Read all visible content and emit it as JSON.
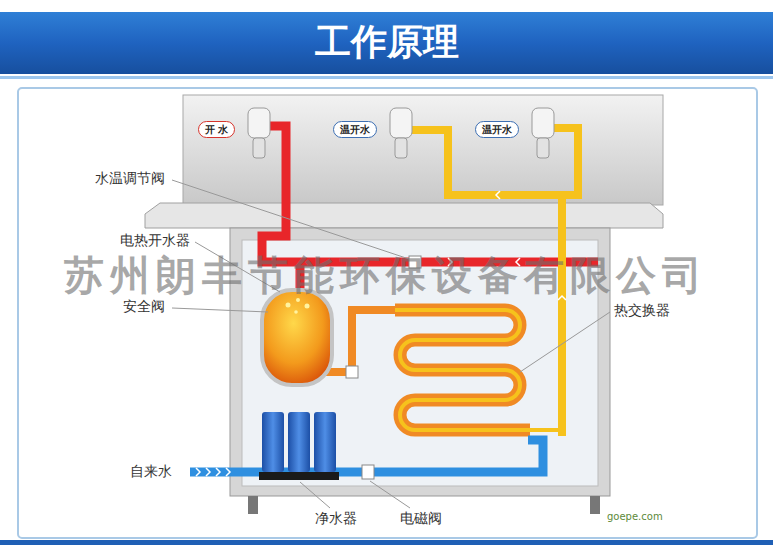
{
  "diagram": {
    "title": "工作原理",
    "nodes": [
      {
        "text": [
          "开 水"
        ]
      },
      {
        "text": [
          "温开水"
        ]
      },
      {
        "text": [
          "温开水"
        ]
      }
    ],
    "labels": [
      "水温调节阀",
      "电热开水器",
      "安全阀",
      "热交换器",
      "自来水",
      "净水器",
      "电磁阀",
      "苏州朗丰节能环保设备有限公司",
      "goepe.com"
    ]
  }
}
